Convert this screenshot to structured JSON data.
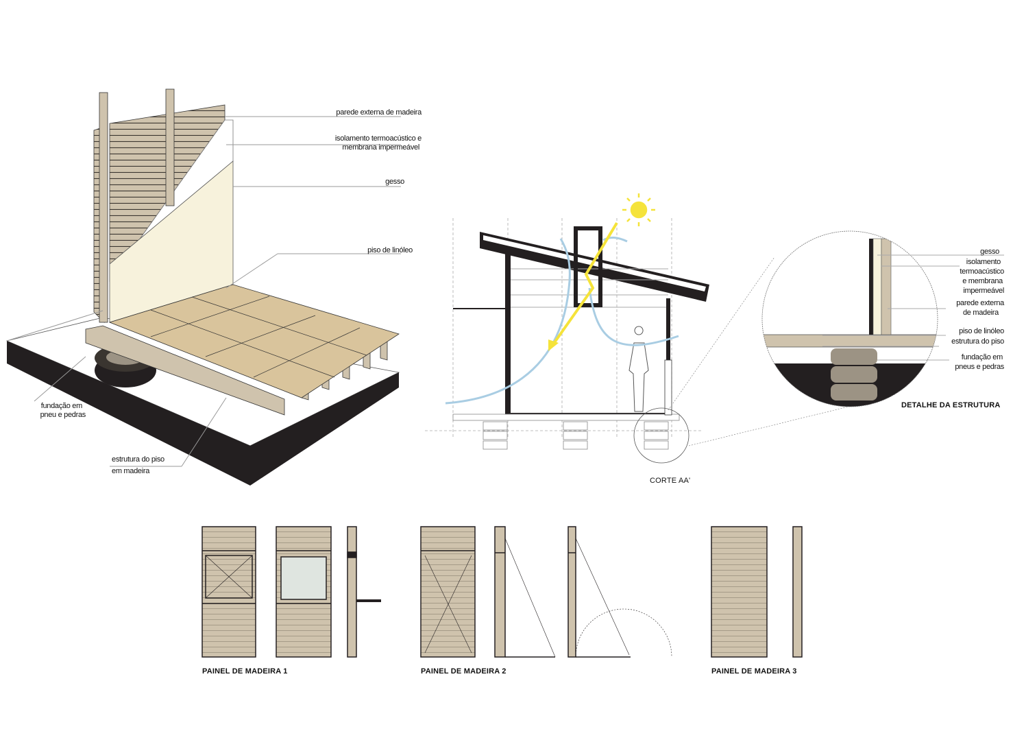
{
  "axonometric": {
    "labels": {
      "exterior_wall": "parede externa de madeira",
      "insulation_line1": "isolamento termoacústico e",
      "insulation_line2": "membrana impermeável",
      "plaster": "gesso",
      "linoleum_floor": "piso de linóleo",
      "foundation_line1": "fundação em",
      "foundation_line2": "pneu e pedras",
      "floor_structure_line1": "estrutura do piso",
      "floor_structure_line2": "em madeira"
    }
  },
  "section": {
    "caption": "CORTE AA'"
  },
  "detail": {
    "caption": "DETALHE DA ESTRUTURA",
    "labels": {
      "plaster": "gesso",
      "insulation_line1": "isolamento",
      "insulation_line2": "termoacústico",
      "insulation_line3": "e membrana",
      "insulation_line4": "impermeável",
      "exterior_wall_line1": "parede externa",
      "exterior_wall_line2": "de madeira",
      "linoleum_floor": "piso de linóleo",
      "floor_structure": "estrutura do piso",
      "foundation_line1": "fundação em",
      "foundation_line2": "pneus e pedras"
    }
  },
  "panels": [
    {
      "caption": "PAINEL DE MADEIRA 1"
    },
    {
      "caption": "PAINEL DE MADEIRA 2"
    },
    {
      "caption": "PAINEL DE MADEIRA 3"
    }
  ],
  "colors": {
    "wood": "#cfc3ad",
    "floor": "#d9c49c",
    "plaster": "#f7f2dc",
    "sun": "#f5e33a",
    "air": "#a9cde3",
    "dark": "#231f20"
  }
}
